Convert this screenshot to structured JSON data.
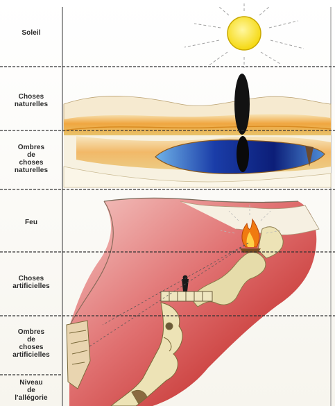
{
  "labels": {
    "soleil": "Soleil",
    "choses_naturelles": "Choses\nnaturelles",
    "ombres_naturelles": "Ombres\nde\nchoses\nnaturelles",
    "feu": "Feu",
    "choses_artificielles": "Choses\nartificielles",
    "ombres_artificielles": "Ombres\nde\nchoses\nartificielles",
    "niveau": "Niveau\nde\nl'allégorie"
  },
  "colors": {
    "sun": "#f7e028",
    "sky_lines": "#9a9a9a",
    "water_dark": "#0c1e78",
    "water_light": "#6fb2e8",
    "sand_orange": "#f0a640",
    "cave_red": "#c8201e",
    "cave_pink": "#f1b2b0",
    "rock": "#e6dcaa",
    "fire": "#f07a10",
    "divider": "#333333"
  }
}
